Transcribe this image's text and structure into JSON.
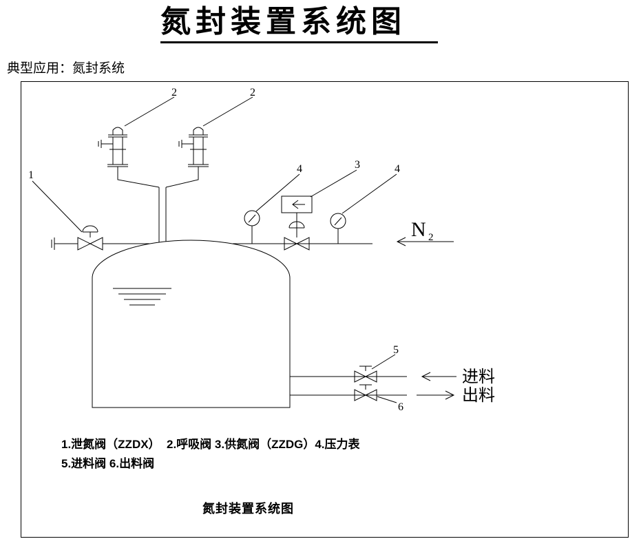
{
  "page": {
    "title": "氮封装置系统图",
    "subtitle": "典型应用：氮封系统"
  },
  "diagram": {
    "callouts": {
      "relief_valve": "1",
      "breather_left": "2",
      "breather_right": "2",
      "supply_valve": "3",
      "gauge_left": "4",
      "gauge_right": "4",
      "feed_valve": "5",
      "discharge_valve": "6"
    },
    "n2": {
      "symbol": "N",
      "subscript": "2"
    },
    "feed_label": "进料",
    "discharge_label": "出料"
  },
  "legend": {
    "line1": "1.泄氮阀（ZZDX）  2.呼吸阀 3.供氮阀（ZZDG）4.压力表",
    "line2": "5.进料阀 6.出料阀",
    "caption": "氮封装置系统图"
  }
}
